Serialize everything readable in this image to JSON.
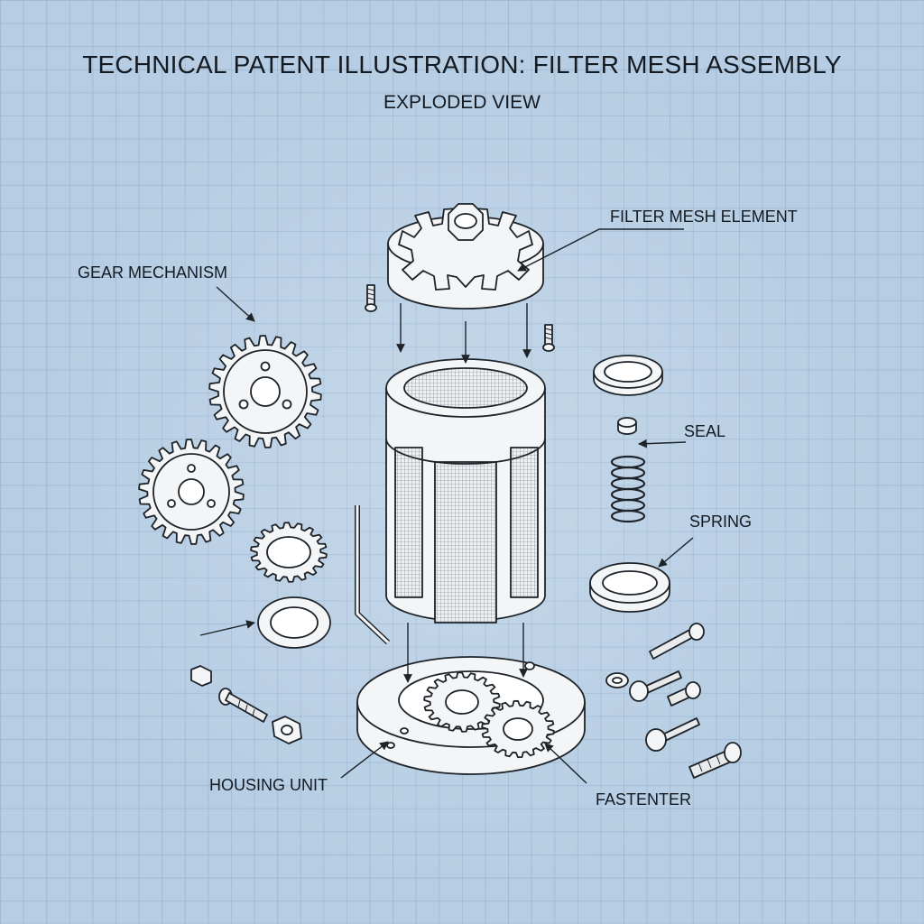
{
  "title": "TECHNICAL PATENT ILLUSTRATION: FILTER MESH ASSEMBLY",
  "subtitle": "EXPLODED VIEW",
  "labels": {
    "filter_mesh_element": "FILTER MESH ELEMENT",
    "gear_mechanism": "GEAR MECHANISM",
    "seal": "SEAL",
    "spring": "SPRING",
    "housing_unit": "HOUSING UNIT",
    "fastenter": "FASTENTER"
  },
  "colors": {
    "background": "#b6cde3",
    "grid": "#6e9ac8",
    "line": "#1d2329",
    "part_fill": "#f4f5f6"
  }
}
